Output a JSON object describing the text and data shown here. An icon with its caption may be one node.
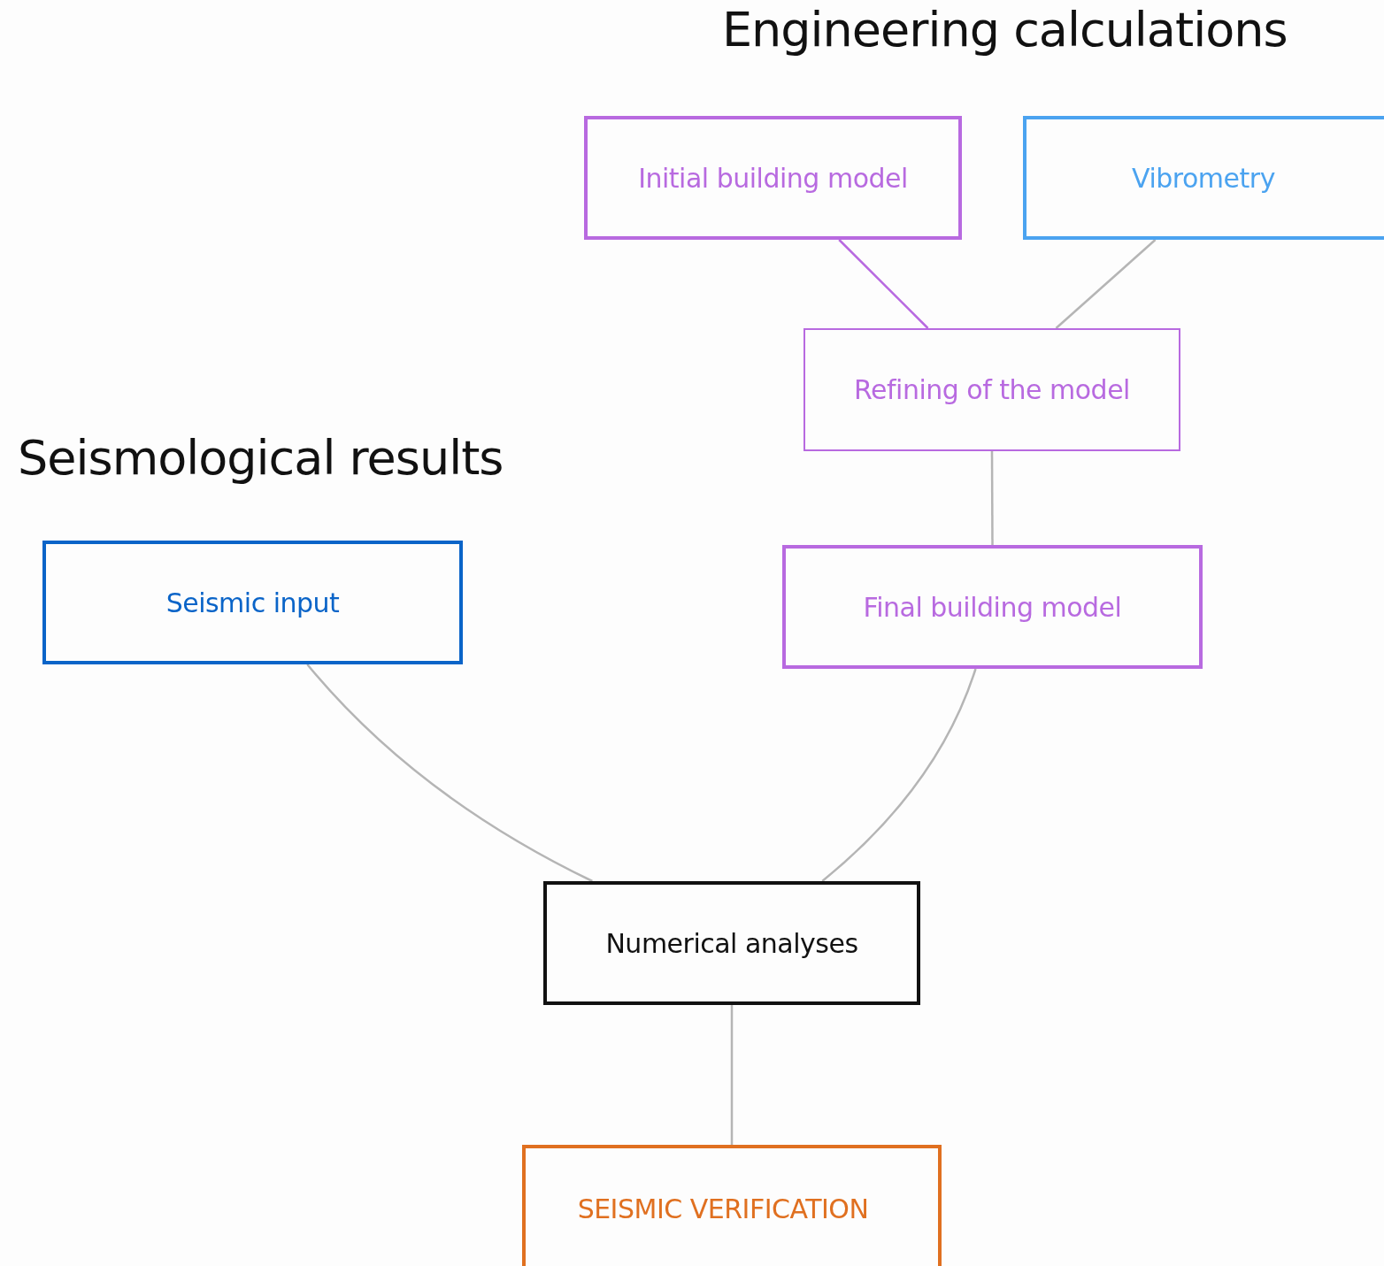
{
  "diagram": {
    "nodes": [
      {
        "text": [
          "Initial building model"
        ]
      },
      {
        "text": [
          "Vibrometry"
        ]
      },
      {
        "text": [
          "Refining of the model"
        ]
      },
      {
        "text": [
          "Final building model"
        ]
      },
      {
        "text": [
          "Seismic input"
        ]
      },
      {
        "text": [
          "Numerical analyses"
        ]
      },
      {
        "text": [
          "SEISMIC VERIFICATION"
        ]
      }
    ],
    "edges": [
      {
        "from": 0,
        "to": 2,
        "arrow": "none",
        "color": "#b86ae0"
      },
      {
        "from": 1,
        "to": 2,
        "arrow": "none"
      },
      {
        "from": 2,
        "to": 3,
        "arrow": "none"
      },
      {
        "from": 4,
        "to": 5,
        "arrow": "none"
      },
      {
        "from": 3,
        "to": 5,
        "arrow": "none"
      },
      {
        "from": 5,
        "to": 6,
        "arrow": "none"
      }
    ],
    "labels": [
      "Engineering calculations",
      "Seismological results"
    ]
  }
}
